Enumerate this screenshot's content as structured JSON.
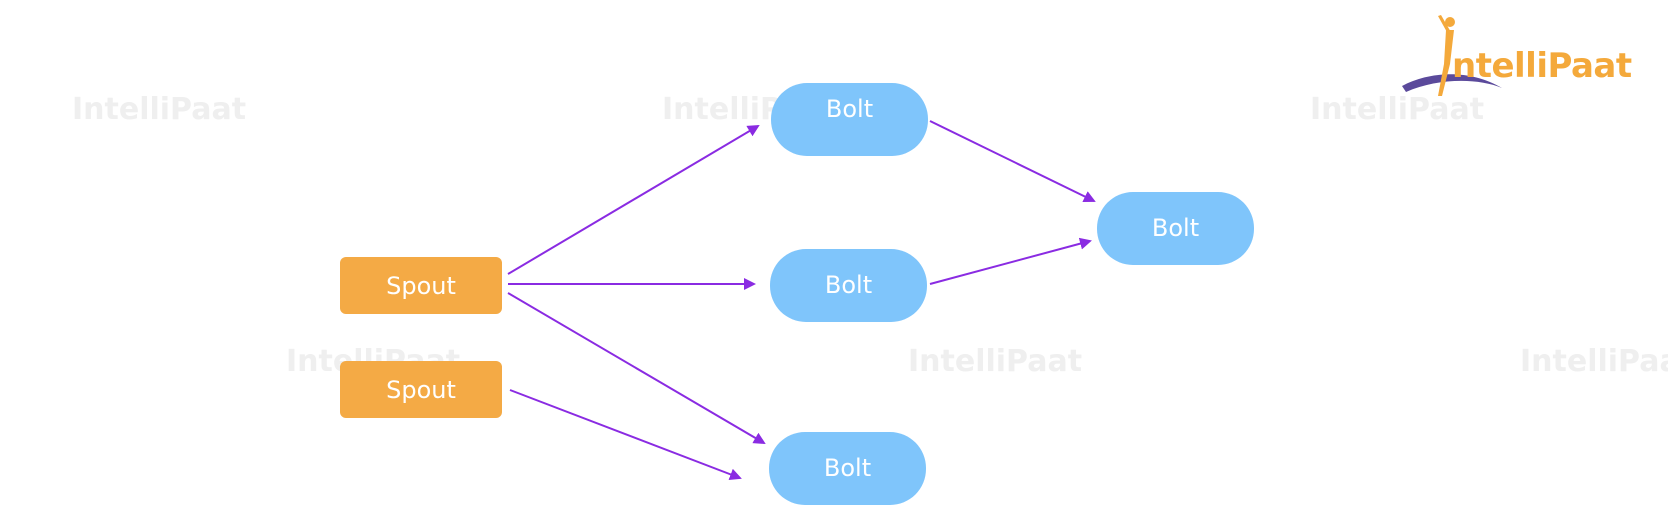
{
  "brand": {
    "logo_text_a": "ntelli",
    "logo_text_b": "Paat",
    "watermark_text": "IntelliPaat"
  },
  "colors": {
    "spout": "#F4AA45",
    "bolt": "#7FC5FB",
    "arrow": "#8A2BE2",
    "node_text": "#FFFFFF",
    "logo_orange": "#F4A93B",
    "logo_purple": "#5B4A9B"
  },
  "diagram": {
    "nodes": [
      {
        "id": "spout-1",
        "type": "spout",
        "label": "Spout"
      },
      {
        "id": "spout-2",
        "type": "spout",
        "label": "Spout"
      },
      {
        "id": "bolt-top",
        "type": "bolt",
        "label": "Bolt"
      },
      {
        "id": "bolt-middle",
        "type": "bolt",
        "label": "Bolt"
      },
      {
        "id": "bolt-bottom",
        "type": "bolt",
        "label": "Bolt"
      },
      {
        "id": "bolt-right",
        "type": "bolt",
        "label": "Bolt"
      }
    ],
    "edges": [
      {
        "from": "spout-1",
        "to": "bolt-top"
      },
      {
        "from": "spout-1",
        "to": "bolt-middle"
      },
      {
        "from": "spout-1",
        "to": "bolt-bottom"
      },
      {
        "from": "spout-2",
        "to": "bolt-bottom"
      },
      {
        "from": "bolt-top",
        "to": "bolt-right"
      },
      {
        "from": "bolt-middle",
        "to": "bolt-right"
      }
    ]
  }
}
